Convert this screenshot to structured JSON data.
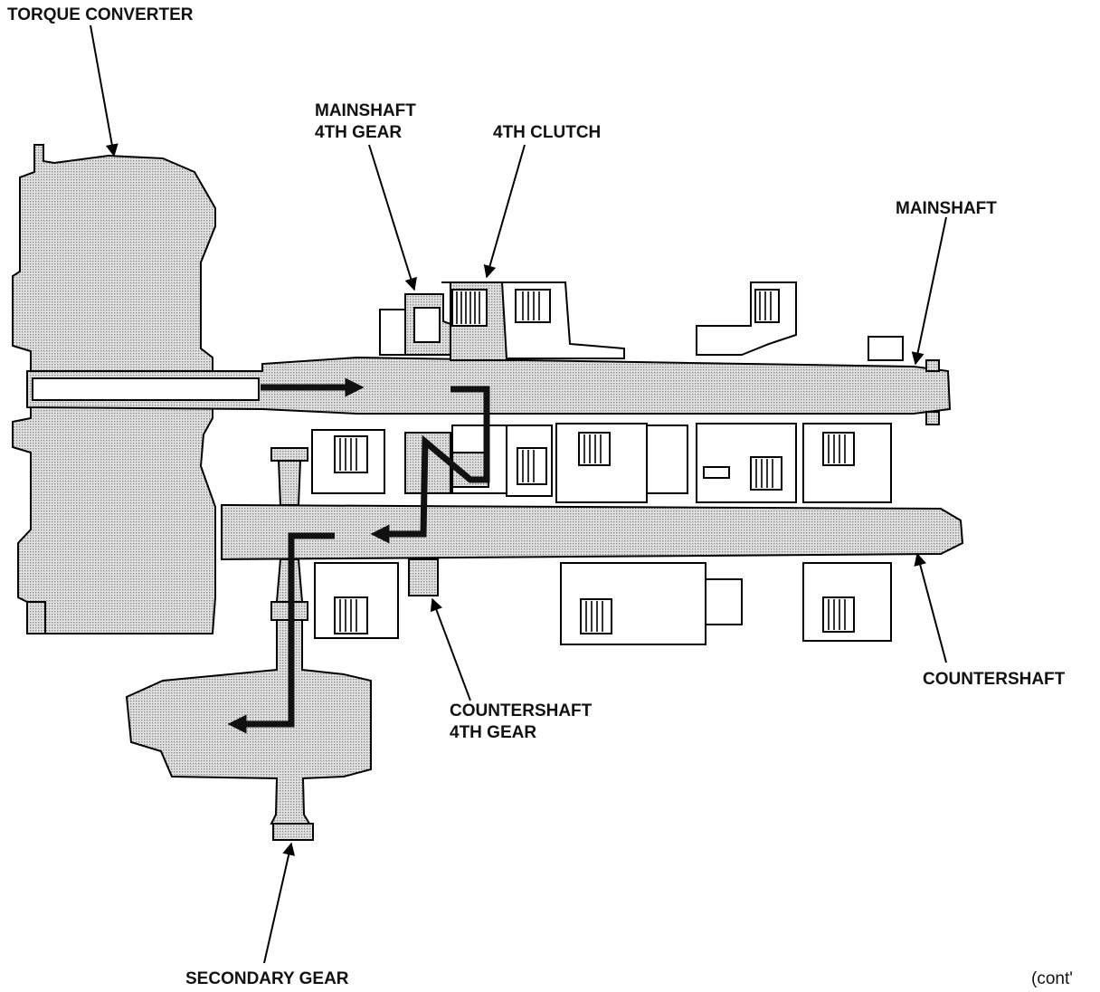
{
  "labels": {
    "torque_converter": "TORQUE CONVERTER",
    "mainshaft_4th_gear_line1": "MAINSHAFT",
    "mainshaft_4th_gear_line2": "4TH GEAR",
    "clutch_4th": "4TH CLUTCH",
    "mainshaft": "MAINSHAFT",
    "countershaft": "COUNTERSHAFT",
    "countershaft_4th_gear_line1": "COUNTERSHAFT",
    "countershaft_4th_gear_line2": "4TH GEAR",
    "secondary_gear": "SECONDARY GEAR",
    "continued": "(cont'"
  },
  "colors": {
    "ink": "#111111",
    "part_fill": "#d4d4d4",
    "background": "#ffffff"
  }
}
